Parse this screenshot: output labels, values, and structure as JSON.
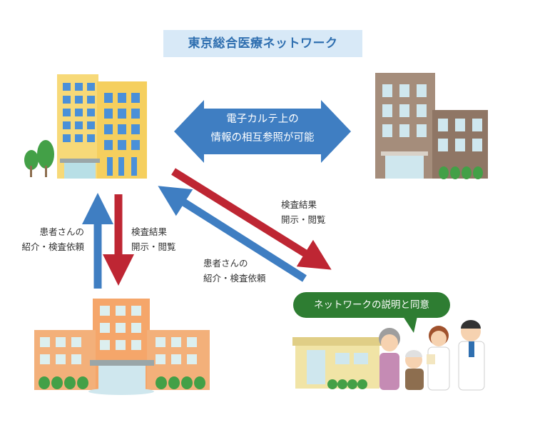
{
  "title": "東京総合医療ネットワーク",
  "ehr_arrow": {
    "line1": "電子カルテ上の",
    "line2": "情報の相互参照が可能"
  },
  "flows": {
    "referral_up": {
      "line1": "患者さんの",
      "line2": "紹介・検査依頼"
    },
    "results_down": {
      "line1": "検査結果",
      "line2": "開示・閲覧"
    },
    "results_diag": {
      "line1": "検査結果",
      "line2": "開示・閲覧"
    },
    "referral_diag": {
      "line1": "患者さんの",
      "line2": "紹介・検査依頼"
    }
  },
  "bubble": "ネットワークの説明と同意",
  "colors": {
    "title_bg": "#d8e9f7",
    "title_text": "#2f6fb0",
    "blue_arrow": "#3f7ec2",
    "red_arrow": "#be2633",
    "bubble_green": "#2e7d32"
  }
}
